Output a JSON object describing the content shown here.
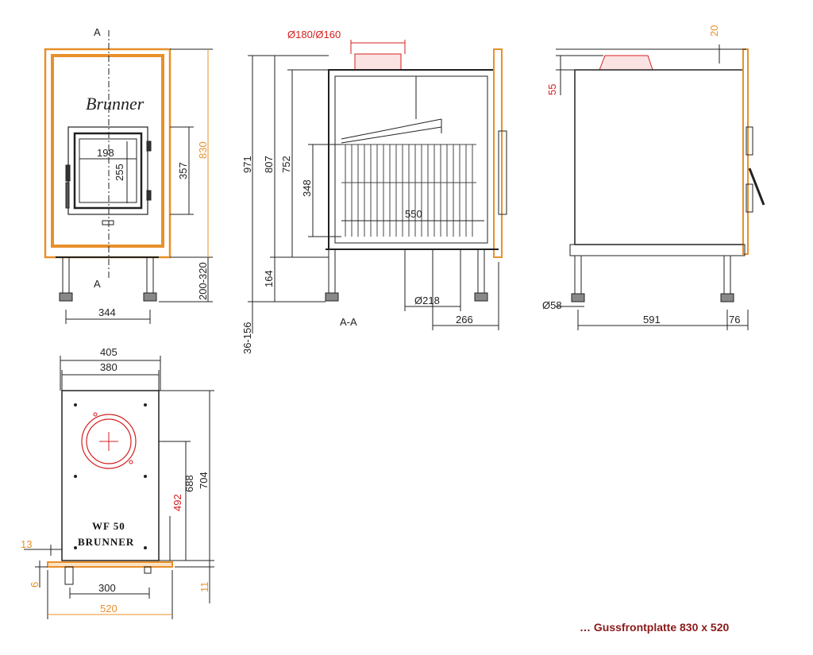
{
  "front_view": {
    "section_marker_top": "A",
    "section_marker_bottom": "A",
    "brand_signature": "Brunner",
    "dims": {
      "glass_width": "198",
      "glass_height": "255",
      "door_height": "357",
      "total_height": "830",
      "leg_height": "200-320",
      "leg_spacing": "344"
    }
  },
  "section_view": {
    "caption": "A-A",
    "flue_diameter": "Ø180/Ø160",
    "dims": {
      "height_971": "971",
      "height_807": "807",
      "height_752": "752",
      "height_348": "348",
      "depth_550": "550",
      "height_164": "164",
      "foot_range": "36-156",
      "diameter_218": "Ø218",
      "offset_266": "266"
    }
  },
  "side_view": {
    "dims": {
      "top_20": "20",
      "top_55": "55",
      "foot_diameter": "Ø58",
      "depth_591": "591",
      "front_76": "76"
    }
  },
  "top_view": {
    "model_label": "WF 50",
    "brand_label": "BRUNNER",
    "dims": {
      "width_405": "405",
      "width_380": "380",
      "depth_688": "688",
      "depth_704": "704",
      "flue_offset_492": "492",
      "left_13": "13",
      "left_6": "6",
      "width_300": "300",
      "plate_width_520": "520",
      "plate_11": "11"
    }
  },
  "footnote": "… Gussfrontplatte 830 x 520",
  "colors": {
    "line": "#222222",
    "plate_orange": "#e8902a",
    "flue_red": "#d42020",
    "footnote_red": "#8b1a1a"
  }
}
